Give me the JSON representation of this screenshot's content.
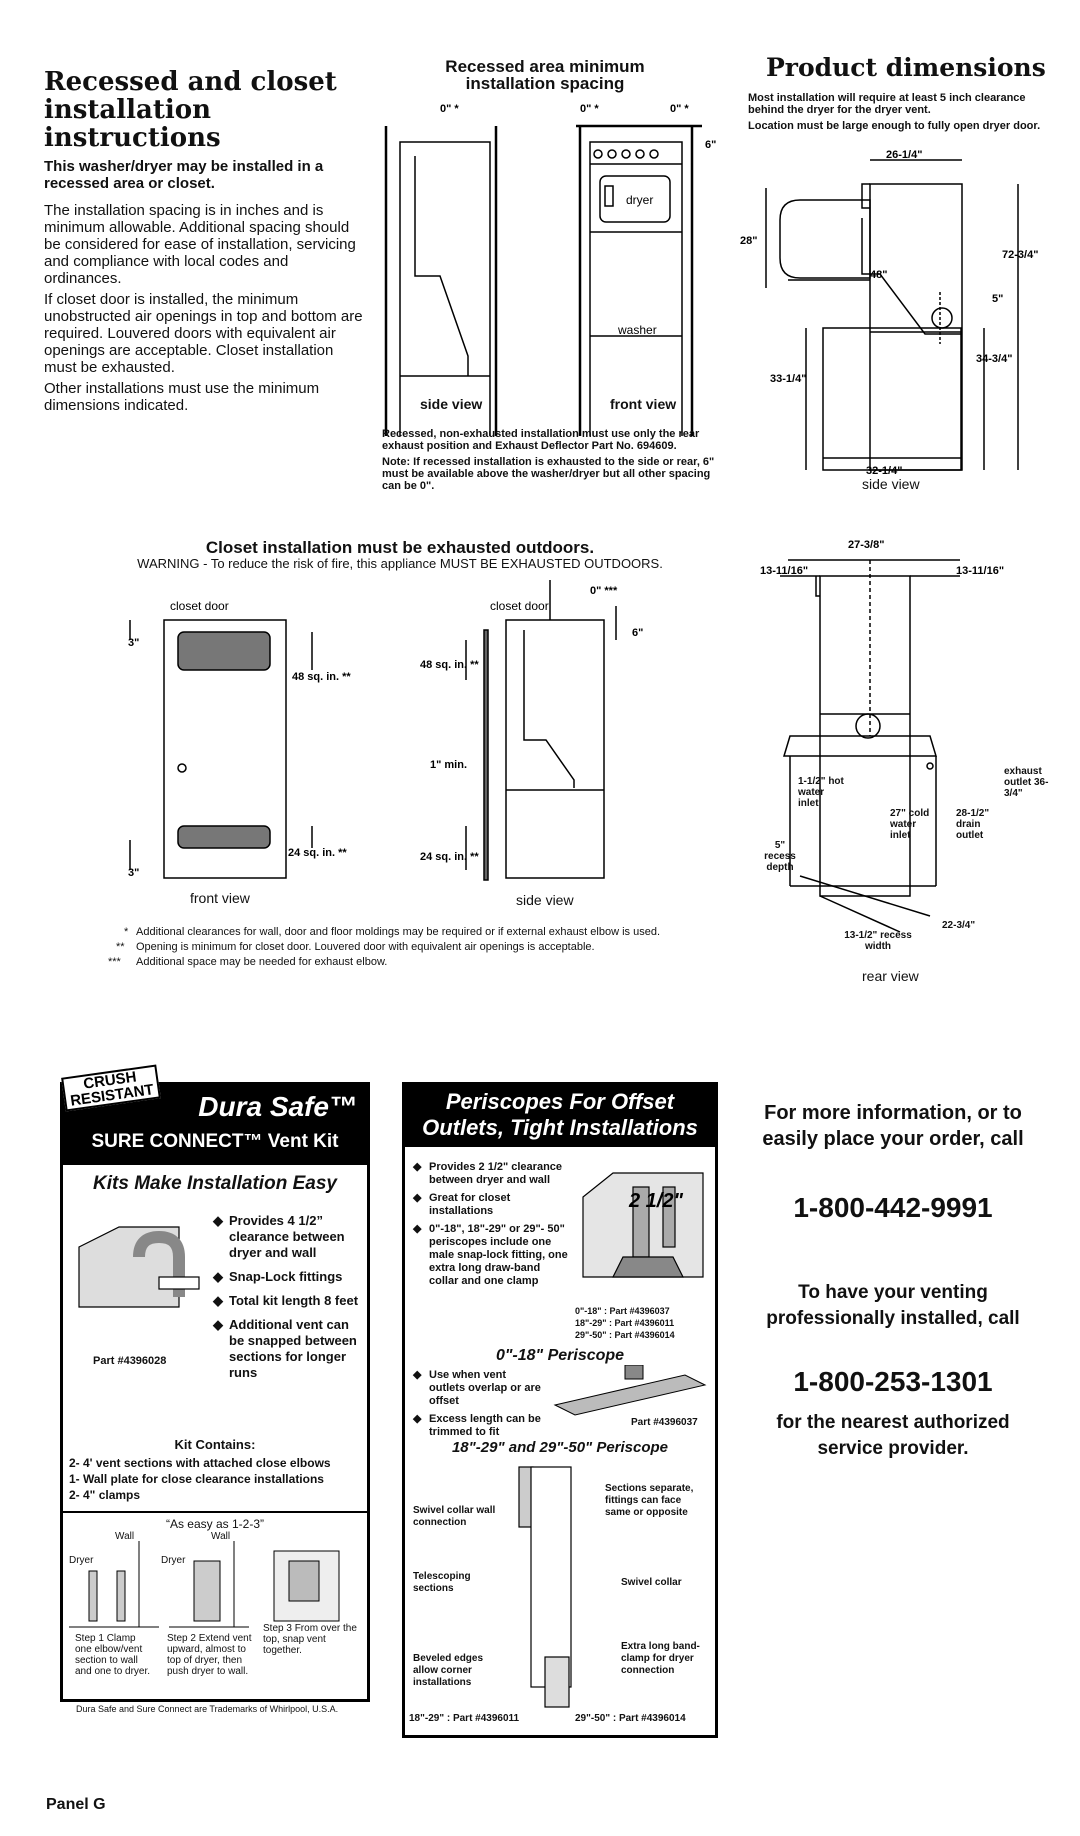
{
  "recessed": {
    "title_line1": "Recessed and closet",
    "title_line2": "installation instructions",
    "subtitle": "This washer/dryer may be installed in a recessed area or closet.",
    "para1": "The installation spacing is in inches and is minimum allowable. Additional spacing should be considered for ease of installation, servicing and compliance with local codes and ordinances.",
    "para2": "If closet door is installed, the minimum unobstructed air openings in top and bottom are required. Louvered doors with equivalent air openings are acceptable. Closet installation must be exhausted.",
    "para3": "Other installations must use the minimum dimensions indicated."
  },
  "recessed_diagram": {
    "title_line1": "Recessed area minimum",
    "title_line2": "installation spacing",
    "dim_0_a": "0\" *",
    "dim_0_b": "0\" *",
    "dim_0_c": "0\" *",
    "dim_6": "6\"",
    "dryer_label": "dryer",
    "washer_label": "washer",
    "side_view": "side view",
    "front_view": "front view",
    "note1": "Recessed, non-exhausted installation must use only the rear exhaust position and Exhaust Deflector Part No. 694609.",
    "note2": "Note: If recessed installation is exhausted to the side or rear, 6\" must be available above the washer/dryer but all other spacing can be 0\"."
  },
  "product_dims": {
    "title": "Product dimensions",
    "note1": "Most installation will require at least 5 inch clearance behind the dryer for the dryer vent.",
    "note2": "Location must be large enough to fully open dryer door.",
    "d_26": "26-1/4\"",
    "d_28": "28\"",
    "d_72": "72-3/4\"",
    "d_48": "48\"",
    "d_5": "5\"",
    "d_34": "34-3/4\"",
    "d_33": "33-1/4\"",
    "d_32": "32-1/4\"",
    "side_view": "side view"
  },
  "rear_view": {
    "d_27_3_8": "27-3/8\"",
    "d_13_left": "13-11/16\"",
    "d_13_right": "13-11/16\"",
    "exhaust": "exhaust outlet 36-3/4\"",
    "hot": "1-1/2\" hot water inlet",
    "cold": "27\" cold water inlet",
    "drain": "28-1/2\" drain outlet",
    "recess_depth": "5\" recess depth",
    "recess_width": "13-1/2\" recess width",
    "d_22": "22-3/4\"",
    "label": "rear view"
  },
  "closet": {
    "title": "Closet installation must be exhausted outdoors.",
    "warning": "WARNING - To reduce the risk of fire, this appliance MUST BE EXHAUSTED OUTDOORS.",
    "closet_door_a": "closet door",
    "closet_door_b": "closet door",
    "d_3_top": "3\"",
    "d_3_bottom": "3\"",
    "sq48_a": "48 sq. in. **",
    "sq24_a": "24 sq. in. **",
    "sq48_b": "48 sq. in. **",
    "sq24_b": "24 sq. in. **",
    "one_min": "1\" min.",
    "d_0_star": "0\" ***",
    "d_6": "6\"",
    "front_view": "front view",
    "side_view": "side view",
    "fn1": "Additional clearances for wall, door and floor moldings may be required or if external exhaust elbow is used.",
    "fn2": "Opening is minimum for closet door. Louvered door with equivalent air openings is acceptable.",
    "fn3": "Additional space may be needed for exhaust elbow.",
    "fn1_mark": "*",
    "fn2_mark": "**",
    "fn3_mark": "***"
  },
  "dura_safe": {
    "stamp_line1": "CRUSH",
    "stamp_line2": "RESISTANT",
    "brand": "Dura Safe™",
    "kit": "SURE CONNECT™ Vent Kit",
    "heading": "Kits Make Installation Easy",
    "bullets": [
      "Provides 4 1/2” clearance between dryer and wall",
      "Snap-Lock fittings",
      "Total kit length 8 feet",
      "Additional vent can be snapped between sections for longer runs"
    ],
    "part": "Part #4396028",
    "contains_title": "Kit Contains:",
    "contains": [
      "2- 4' vent sections with attached close elbows",
      "1- Wall plate for close clearance installations",
      "2- 4\" clamps"
    ],
    "easy": "“As easy as 1-2-3”",
    "wall1": "Wall",
    "wall2": "Wall",
    "dryer1": "Dryer",
    "dryer2": "Dryer",
    "step1": "Step 1 Clamp one elbow/vent section to wall and one to dryer.",
    "step2": "Step 2 Extend vent upward, almost to top of dryer, then push dryer to wall.",
    "step3": "Step 3 From over the top, snap vent together.",
    "trademark": "Dura Safe and Sure Connect are Trademarks of Whirlpool, U.S.A."
  },
  "periscopes": {
    "title_line1": "Periscopes For Offset",
    "title_line2": "Outlets, Tight Installations",
    "bullets": [
      "Provides 2 1/2\" clearance between dryer and wall",
      "Great for closet installations",
      "0\"-18\", 18\"-29\" or 29\"- 50\" periscopes include one male snap-lock fitting, one extra long draw-band collar and one clamp"
    ],
    "size_label": "2 1/2\"",
    "parts": [
      "0\"-18\" :  Part #4396037",
      "18\"-29\" :  Part #4396011",
      "29\"-50\" :  Part #4396014"
    ],
    "sub1": "0\"-18\" Periscope",
    "bullets2": [
      "Use when vent outlets overlap or are offset",
      "Excess length can be trimmed to fit"
    ],
    "part_037": "Part #4396037",
    "sub2": "18\"-29\" and 29\"-50\" Periscope",
    "callout_swivel_wall": "Swivel collar wall connection",
    "callout_sections": "Sections separate, fittings can face same or opposite",
    "callout_telescoping": "Telescoping sections",
    "callout_swivel": "Swivel collar",
    "callout_beveled": "Beveled edges allow corner installations",
    "callout_band": "Extra long band-clamp for dryer connection",
    "foot_left": "18\"-29\" : Part #4396011",
    "foot_right": "29\"-50\" : Part #4396014"
  },
  "contact": {
    "info": "For more information, or to easily place your order, call",
    "phone1": "1-800-442-9991",
    "install": "To have your venting professionally installed, call",
    "phone2": "1-800-253-1301",
    "nearest": "for the nearest authorized service provider."
  },
  "footer": {
    "panel": "Panel G"
  }
}
